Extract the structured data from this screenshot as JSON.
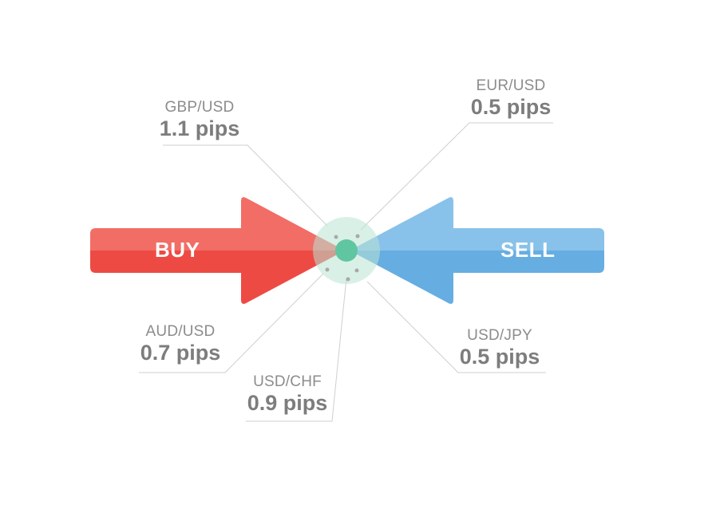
{
  "buy_label": "BUY",
  "sell_label": "SELL",
  "pairs": [
    {
      "key": "gbpusd",
      "pair": "GBP/USD",
      "value": "1.1 pips"
    },
    {
      "key": "eurusd",
      "pair": "EUR/USD",
      "value": "0.5 pips"
    },
    {
      "key": "audusd",
      "pair": "AUD/USD",
      "value": "0.7 pips"
    },
    {
      "key": "usdchf",
      "pair": "USD/CHF",
      "value": "0.9 pips"
    },
    {
      "key": "usdjpy",
      "pair": "USD/JPY",
      "value": "0.5 pips"
    }
  ],
  "colors": {
    "buy": "#ee4a44",
    "buy_light": "#f26a63",
    "sell": "#68b0e3",
    "sell_light": "#85c0ea",
    "hub": "#5fc6a1",
    "hub_halo": "#bfe6d7",
    "text": "#808080",
    "line": "#c8c8c8"
  }
}
